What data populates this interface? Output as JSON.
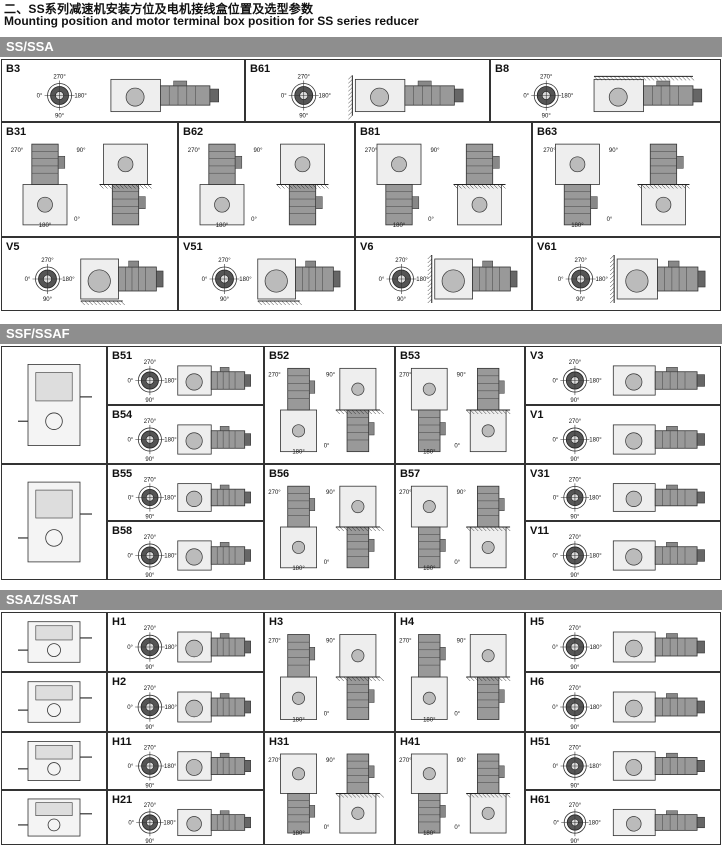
{
  "heading": {
    "title_cn": "二、SS系列减速机安装方位及电机接线盒位置及选型参数",
    "title_en": "Mounting position and motor terminal box position for SS series reducer"
  },
  "sections": {
    "ss": "SS/SSA",
    "ssf": "SSF/SSAF",
    "ssaz": "SSAZ/SSAT"
  },
  "degree_labels": [
    "0°",
    "90°",
    "180°",
    "270°"
  ],
  "cells": {
    "B3": "B3",
    "B61": "B61",
    "B8": "B8",
    "B31": "B31",
    "B62": "B62",
    "B81": "B81",
    "B63": "B63",
    "V5": "V5",
    "V51": "V51",
    "V6": "V6",
    "V61": "V61",
    "B51": "B51",
    "B52": "B52",
    "B53": "B53",
    "V3": "V3",
    "B54": "B54",
    "V1": "V1",
    "B55": "B55",
    "B56": "B56",
    "B57": "B57",
    "V31": "V31",
    "B58": "B58",
    "V11": "V11",
    "H1": "H1",
    "H3": "H3",
    "H4": "H4",
    "H5": "H5",
    "H2": "H2",
    "H6": "H6",
    "H11": "H11",
    "H31": "H31",
    "H41": "H41",
    "H51": "H51",
    "H21": "H21",
    "H61": "H61"
  }
}
